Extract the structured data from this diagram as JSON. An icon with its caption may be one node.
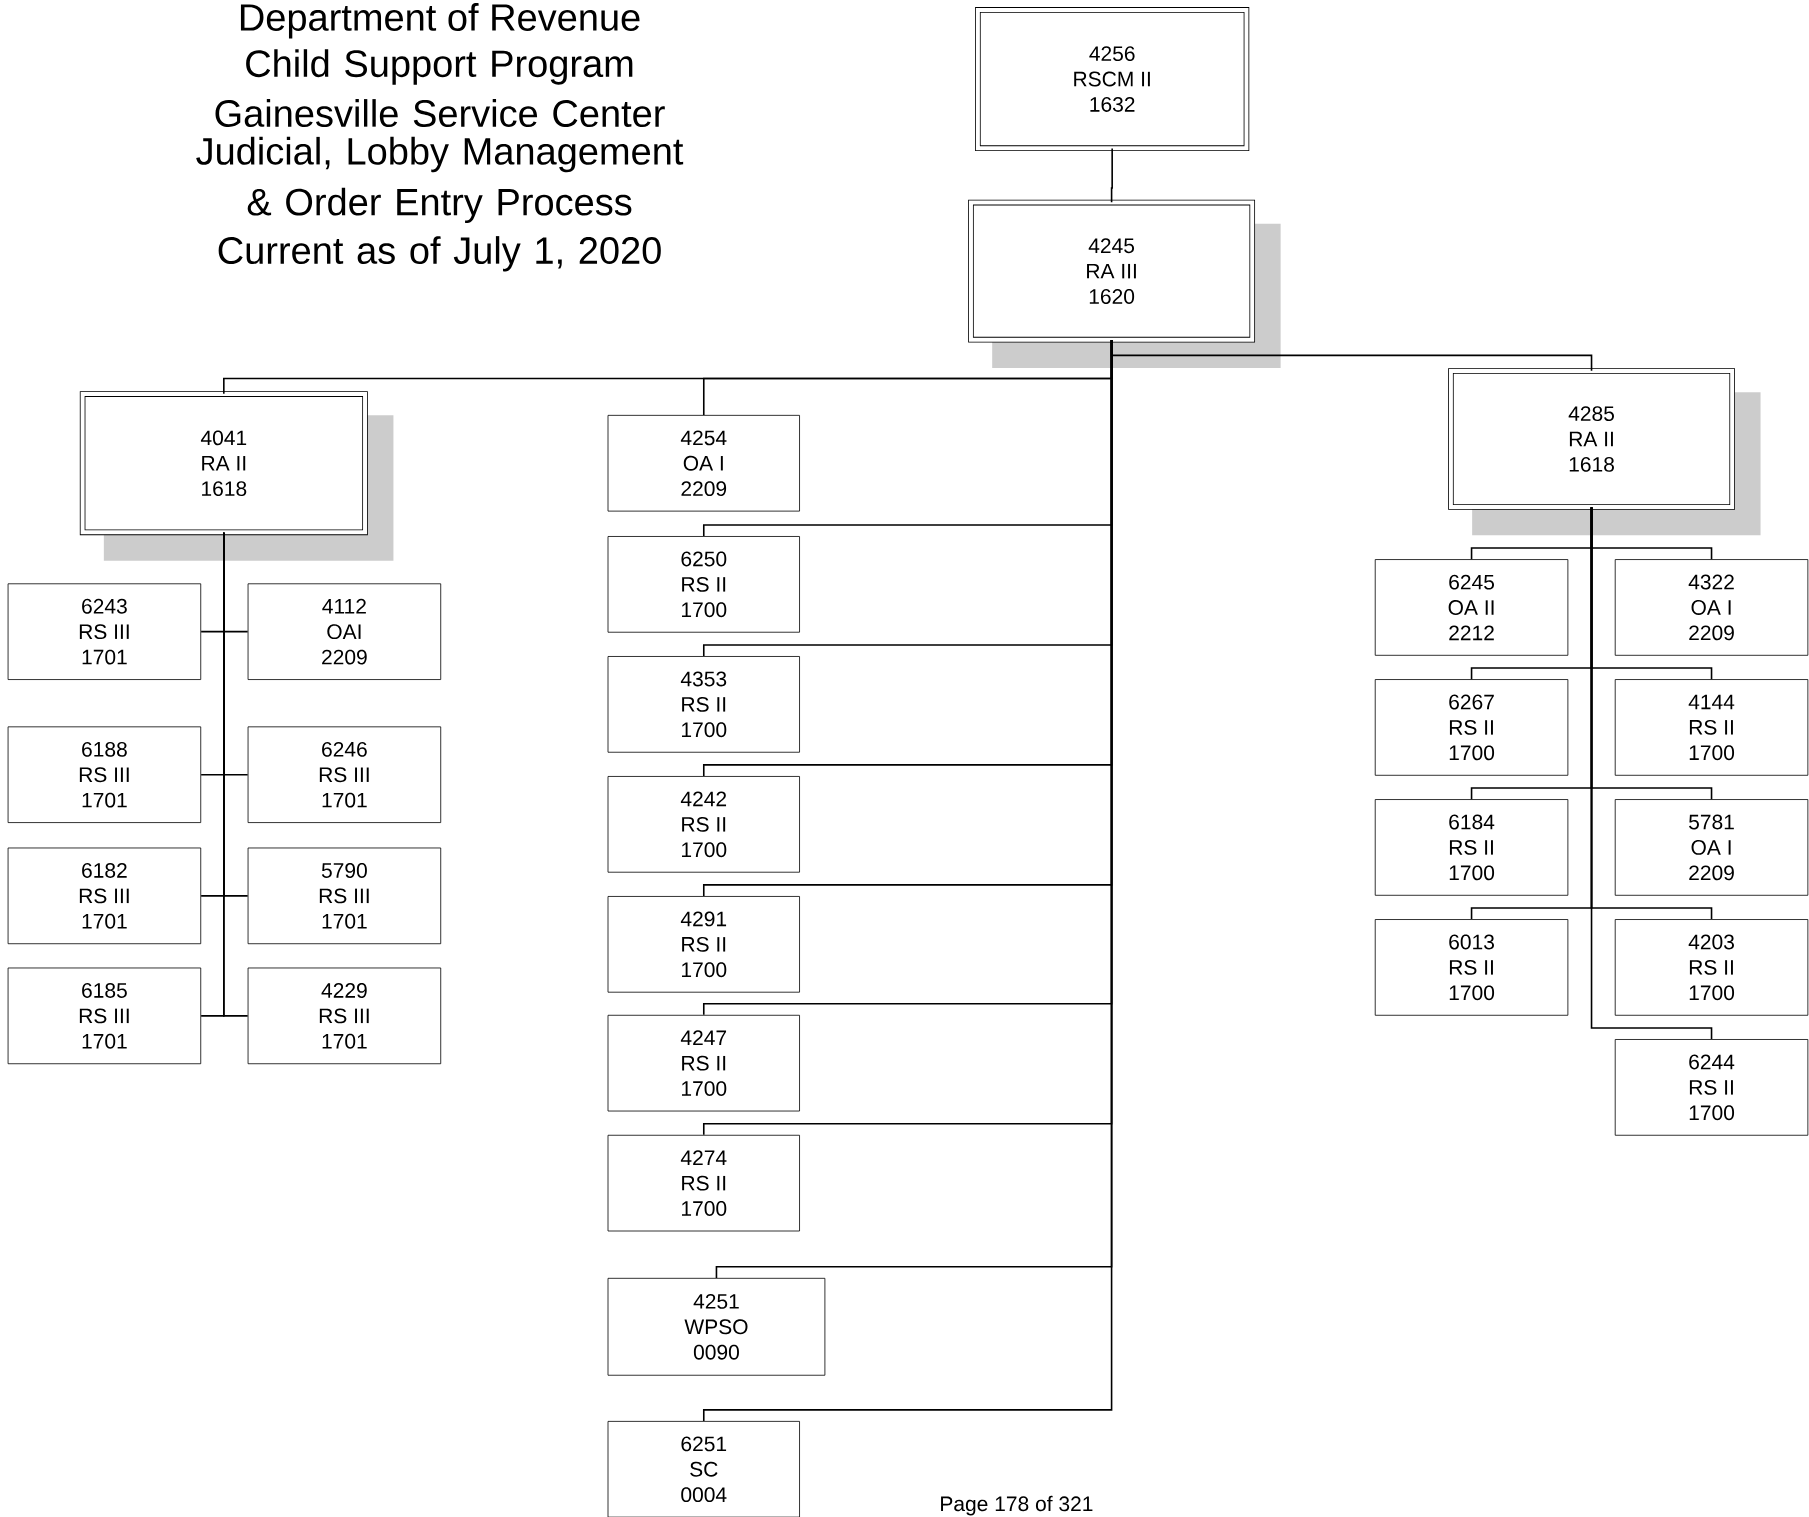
{
  "diagram": {
    "title": "Department of Revenue",
    "nodes": [
      {
        "text": [
          "4256",
          "RSCM II",
          "1632"
        ]
      },
      {
        "text": [
          "4245",
          "RA III",
          "1620"
        ]
      },
      {
        "text": [
          "4041",
          "RA II",
          "1618"
        ]
      },
      {
        "text": [
          "4254",
          "OA I",
          "2209"
        ]
      },
      {
        "text": [
          "4285",
          "RA II",
          "1618"
        ]
      },
      {
        "text": [
          "6243",
          "RS III",
          "1701"
        ]
      },
      {
        "text": [
          "4112",
          "OAI",
          "2209"
        ]
      },
      {
        "text": [
          "6188",
          "RS III",
          "1701"
        ]
      },
      {
        "text": [
          "6246",
          "RS III",
          "1701"
        ]
      },
      {
        "text": [
          "6182",
          "RS III",
          "1701"
        ]
      },
      {
        "text": [
          "5790",
          "RS III",
          "1701"
        ]
      },
      {
        "text": [
          "6185",
          "RS III",
          "1701"
        ]
      },
      {
        "text": [
          "4229",
          "RS III",
          "1701"
        ]
      },
      {
        "text": [
          "6250",
          "RS II",
          "1700"
        ]
      },
      {
        "text": [
          "4353",
          "RS II",
          "1700"
        ]
      },
      {
        "text": [
          "4242",
          "RS II",
          "1700"
        ]
      },
      {
        "text": [
          "4291",
          "RS II",
          "1700"
        ]
      },
      {
        "text": [
          "4247",
          "RS II",
          "1700"
        ]
      },
      {
        "text": [
          "4274",
          "RS II",
          "1700"
        ]
      },
      {
        "text": [
          "4251",
          "WPSO",
          "0090"
        ]
      },
      {
        "text": [
          "6251",
          "SC",
          "0004"
        ]
      },
      {
        "text": [
          "6245",
          "OA II",
          "2212"
        ]
      },
      {
        "text": [
          "4322",
          "OA I",
          "2209"
        ]
      },
      {
        "text": [
          "6267",
          "RS II",
          "1700"
        ]
      },
      {
        "text": [
          "4144",
          "RS II",
          "1700"
        ]
      },
      {
        "text": [
          "6184",
          "RS II",
          "1700"
        ]
      },
      {
        "text": [
          "5781",
          "OA I",
          "2209"
        ]
      },
      {
        "text": [
          "6013",
          "RS II",
          "1700"
        ]
      },
      {
        "text": [
          "4203",
          "RS II",
          "1700"
        ]
      },
      {
        "text": [
          "6244",
          "RS II",
          "1700"
        ]
      }
    ],
    "edges": [
      {
        "from": 0,
        "to": 1,
        "arrow": "none"
      },
      {
        "from": 1,
        "to": 2,
        "arrow": "none"
      },
      {
        "from": 1,
        "to": 3,
        "arrow": "none"
      },
      {
        "from": 1,
        "to": 4,
        "arrow": "none"
      },
      {
        "from": 2,
        "to": 5,
        "arrow": "none"
      },
      {
        "from": 2,
        "to": 6,
        "arrow": "none"
      },
      {
        "from": 2,
        "to": 7,
        "arrow": "none"
      },
      {
        "from": 2,
        "to": 8,
        "arrow": "none"
      },
      {
        "from": 2,
        "to": 9,
        "arrow": "none"
      },
      {
        "from": 2,
        "to": 10,
        "arrow": "none"
      },
      {
        "from": 2,
        "to": 11,
        "arrow": "none"
      },
      {
        "from": 2,
        "to": 12,
        "arrow": "none"
      },
      {
        "from": 1,
        "to": 13,
        "arrow": "none"
      },
      {
        "from": 1,
        "to": 14,
        "arrow": "none"
      },
      {
        "from": 1,
        "to": 15,
        "arrow": "none"
      },
      {
        "from": 1,
        "to": 16,
        "arrow": "none"
      },
      {
        "from": 1,
        "to": 17,
        "arrow": "none"
      },
      {
        "from": 1,
        "to": 18,
        "arrow": "none"
      },
      {
        "from": 1,
        "to": 19,
        "arrow": "none"
      },
      {
        "from": 1,
        "to": 20,
        "arrow": "none"
      },
      {
        "from": 4,
        "to": 21,
        "arrow": "none"
      },
      {
        "from": 4,
        "to": 22,
        "arrow": "none"
      },
      {
        "from": 4,
        "to": 23,
        "arrow": "none"
      },
      {
        "from": 4,
        "to": 24,
        "arrow": "none"
      },
      {
        "from": 4,
        "to": 25,
        "arrow": "none"
      },
      {
        "from": 4,
        "to": 26,
        "arrow": "none"
      },
      {
        "from": 4,
        "to": 27,
        "arrow": "none"
      },
      {
        "from": 4,
        "to": 28,
        "arrow": "none"
      },
      {
        "from": 4,
        "to": 29,
        "arrow": "none"
      }
    ],
    "labels": [
      "Child Support Program",
      "Gainesville Service Center",
      "Judicial, Lobby Management & Order Entry Process",
      "Current as of July 1, 2020",
      "Page 178 of 321"
    ]
  }
}
